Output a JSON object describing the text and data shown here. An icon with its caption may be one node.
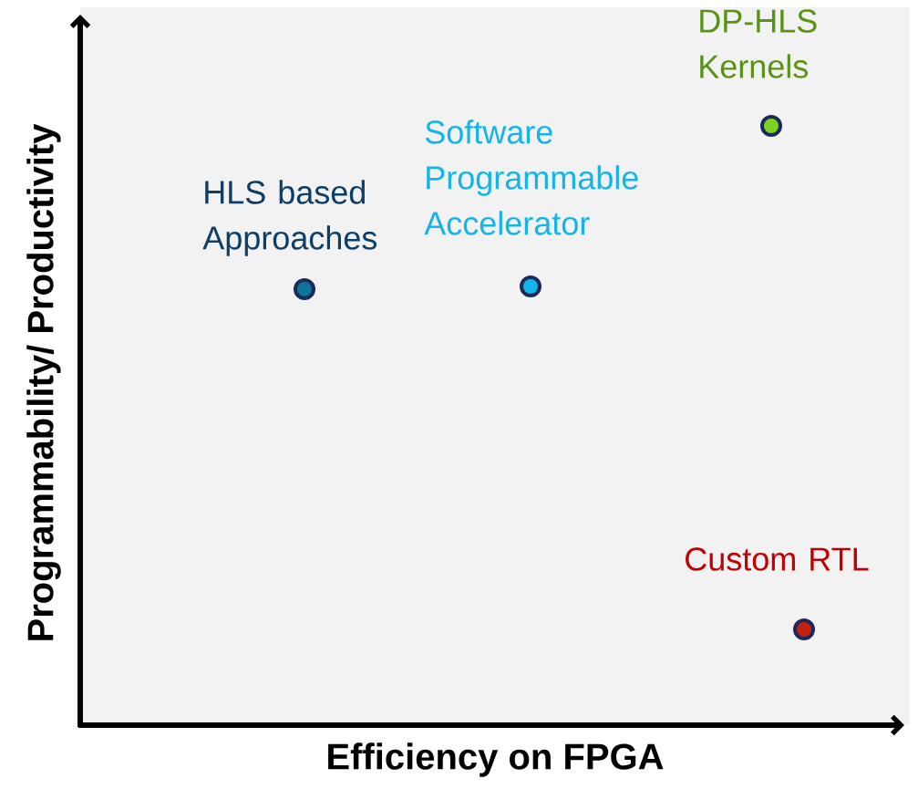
{
  "diagram": {
    "nodes": [
      {
        "text": [],
        "shape": "circle",
        "beside": [
          "HLS based Approaches"
        ]
      },
      {
        "text": [],
        "shape": "circle",
        "beside": [
          "Software Programmable Accelerator"
        ]
      },
      {
        "text": [],
        "shape": "circle",
        "beside": [
          "DP-HLS Kernels"
        ]
      },
      {
        "text": [],
        "shape": "circle",
        "beside": [
          "Custom RTL"
        ]
      }
    ],
    "labels": [
      "Programmability/ Productivity",
      "Efficiency on FPGA"
    ]
  }
}
